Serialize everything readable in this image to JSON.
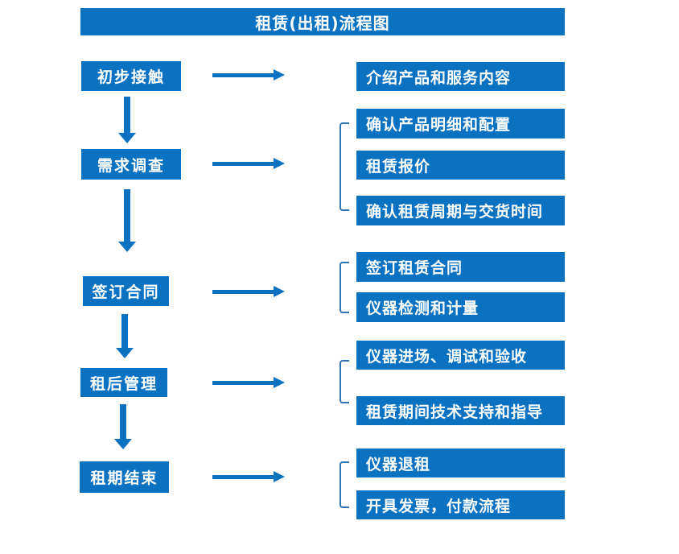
{
  "title": "租赁(出租)流程图",
  "colors": {
    "primary": "#0b72c2",
    "bracket": "#2e75b6",
    "text": "#ffffff",
    "background": "#ffffff"
  },
  "steps": [
    {
      "label": "初步接触",
      "outputs": [
        "介绍产品和服务内容"
      ]
    },
    {
      "label": "需求调查",
      "outputs": [
        "确认产品明细和配置",
        "租赁报价",
        "确认租赁周期与交货时间"
      ]
    },
    {
      "label": "签订合同",
      "outputs": [
        "签订租赁合同",
        "仪器检测和计量"
      ]
    },
    {
      "label": "租后管理",
      "outputs": [
        "仪器进场、调试和验收",
        "租赁期间技术支持和指导"
      ]
    },
    {
      "label": "租期结束",
      "outputs": [
        "仪器退租",
        "开具发票，付款流程"
      ]
    }
  ]
}
